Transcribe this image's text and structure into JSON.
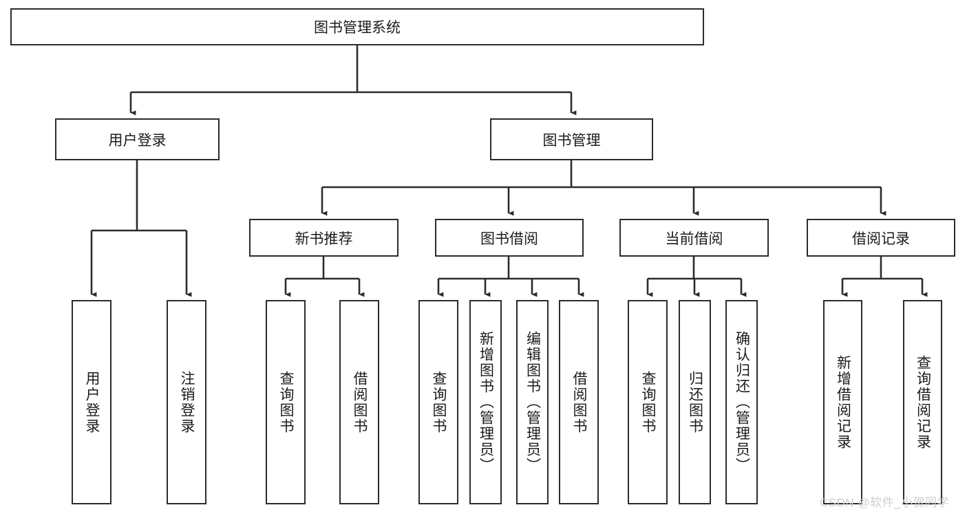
{
  "diagram": {
    "type": "tree",
    "title": "图书管理系统",
    "root": {
      "label": "图书管理系统"
    },
    "level1": [
      {
        "label": "用户登录"
      },
      {
        "label": "图书管理"
      }
    ],
    "level2": [
      {
        "label": "新书推荐"
      },
      {
        "label": "图书借阅"
      },
      {
        "label": "当前借阅"
      },
      {
        "label": "借阅记录"
      }
    ],
    "leaves": {
      "user_login": [
        {
          "label": "用户登录"
        },
        {
          "label": "注销登录"
        }
      ],
      "new_book_recommend": [
        {
          "label": "查询图书"
        },
        {
          "label": "借阅图书"
        }
      ],
      "book_borrow": [
        {
          "label": "查询图书"
        },
        {
          "label": "新增图书（管理员）"
        },
        {
          "label": "编辑图书（管理员）"
        },
        {
          "label": "借阅图书"
        }
      ],
      "current_borrow": [
        {
          "label": "查询图书"
        },
        {
          "label": "归还图书"
        },
        {
          "label": "确认归还（管理员）"
        }
      ],
      "borrow_records": [
        {
          "label": "新增借阅记录"
        },
        {
          "label": "查询借阅记录"
        }
      ]
    },
    "watermark": "CSDN @软件_小贺同学",
    "colors": {
      "border": "#2b2b2b",
      "background": "#ffffff",
      "text": "#1b1b1b",
      "watermark": "#cfcfcf"
    }
  }
}
